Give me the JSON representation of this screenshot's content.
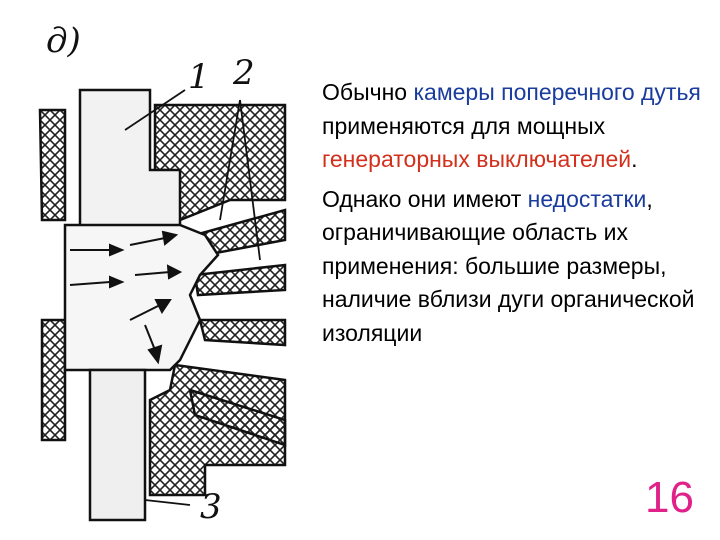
{
  "figure": {
    "letter": "д)",
    "labels": [
      "1",
      "2",
      "3"
    ]
  },
  "paragraph1": {
    "t1": "Обычно ",
    "t2": "камеры поперечного дутья",
    "t3": " применяются для мощных ",
    "t4": "генераторных выключателей",
    "t5": "."
  },
  "paragraph2": {
    "t1": "Однако они имеют ",
    "t2": "недостатки",
    "t3": ", ограничивающие область их применения: большие размеры, наличие вблизи дуги органической изоляции"
  },
  "page_number": "16",
  "colors": {
    "accent_blue": "#1a3c9e",
    "accent_red": "#d2301c",
    "page_number": "#e0218a"
  }
}
